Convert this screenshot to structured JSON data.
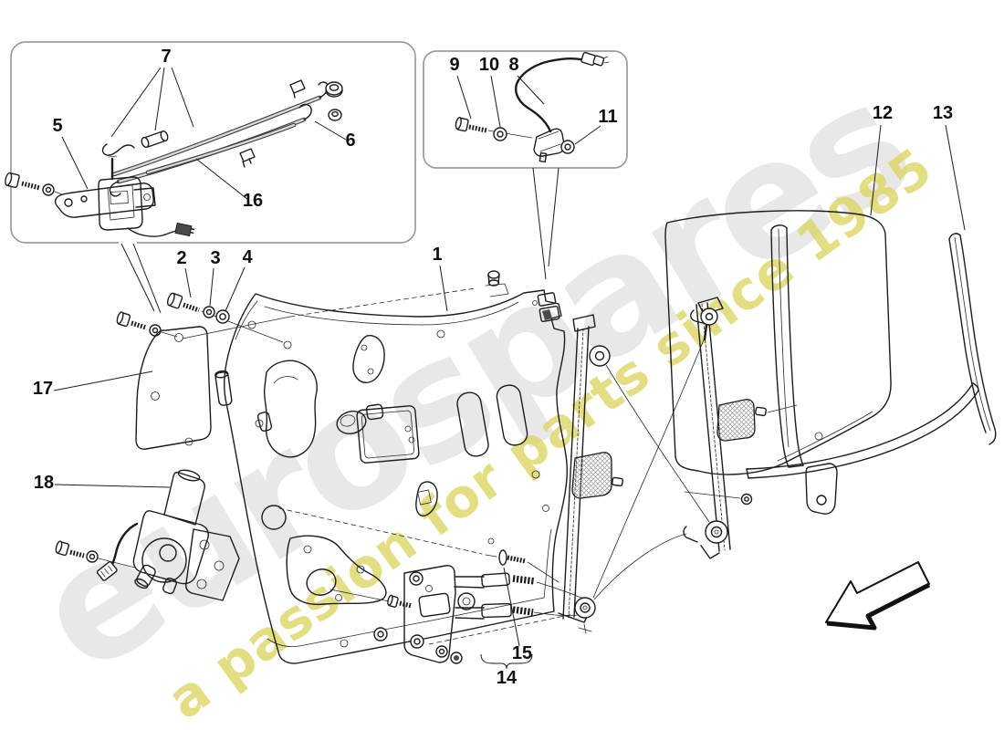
{
  "watermark": {
    "brand": "eurospares",
    "tagline": "a passion for parts since 1985",
    "brand_color": "#e7e7e7",
    "tagline_color": "#ddd663"
  },
  "callouts": [
    {
      "label": "1"
    },
    {
      "label": "2"
    },
    {
      "label": "3"
    },
    {
      "label": "4"
    },
    {
      "label": "5"
    },
    {
      "label": "6"
    },
    {
      "label": "7"
    },
    {
      "label": "8"
    },
    {
      "label": "9"
    },
    {
      "label": "10"
    },
    {
      "label": "11"
    },
    {
      "label": "12"
    },
    {
      "label": "13"
    },
    {
      "label": "14"
    },
    {
      "label": "15"
    },
    {
      "label": "16"
    },
    {
      "label": "17"
    },
    {
      "label": "18"
    }
  ],
  "icons": {
    "direction_arrow": "arrow-down-left"
  }
}
